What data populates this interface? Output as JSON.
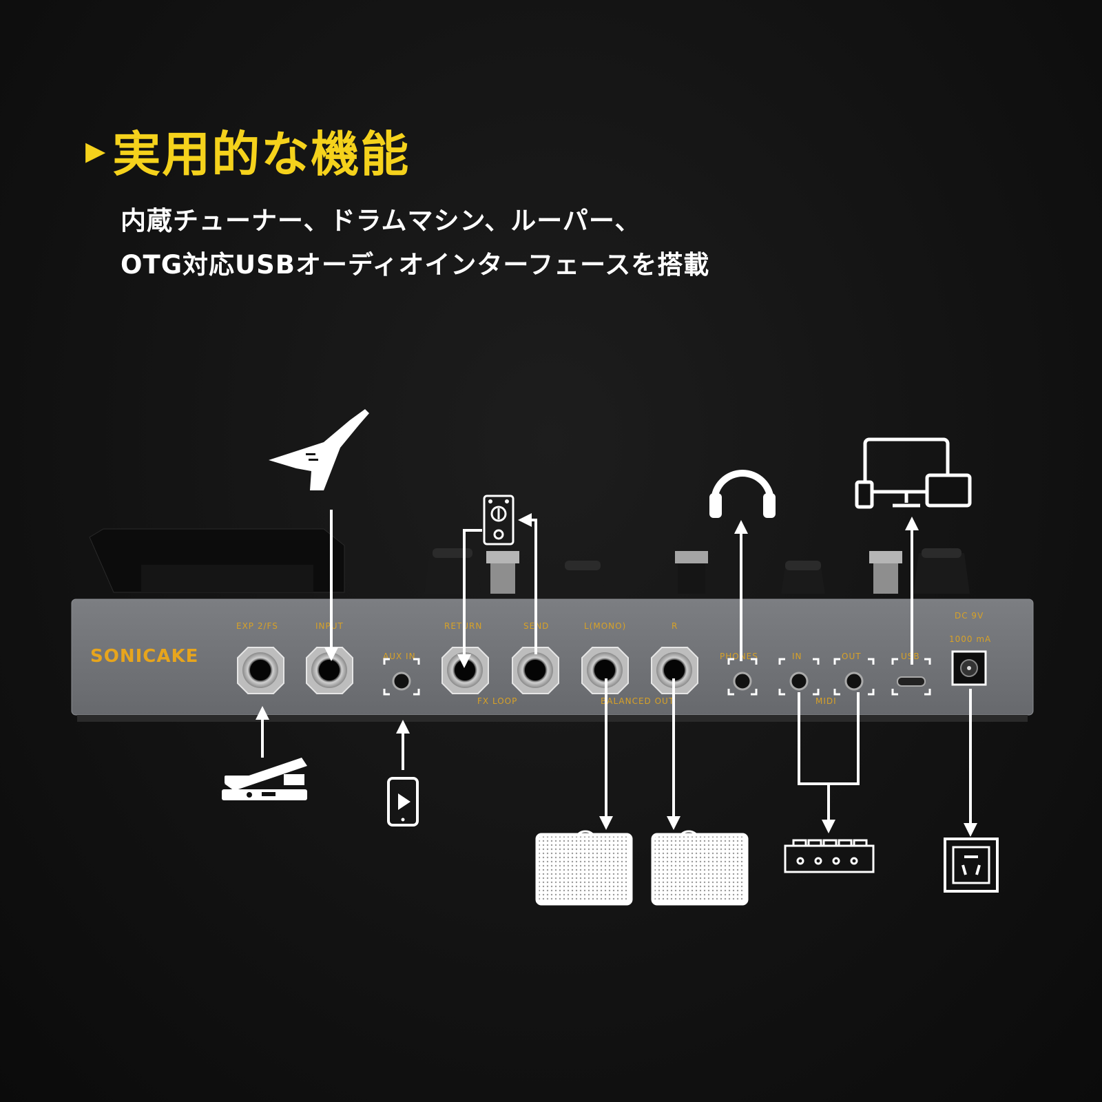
{
  "heading": {
    "marker": "▶",
    "title": "実用的な機能"
  },
  "description": {
    "line1": "内蔵チューナー、ドラムマシン、ルーパー、",
    "line2": "OTG対応USBオーディオインターフェースを搭載"
  },
  "device": {
    "brand": "SONICAKE",
    "ports": {
      "exp": "EXP 2/FS",
      "input": "INPUT",
      "aux_in": "AUX IN",
      "return": "RETURN",
      "send": "SEND",
      "fx_loop": "FX LOOP",
      "l_mono": "L(MONO)",
      "r": "R",
      "balanced_out": "BALANCED OUT",
      "phones": "PHONES",
      "midi_in": "IN",
      "midi_out": "OUT",
      "midi": "MIDI",
      "usb": "USB",
      "dc": "DC 9V",
      "current": "1000 mA"
    }
  },
  "colors": {
    "accent": "#f5d21c",
    "label": "#d8a227",
    "panel": "#74767a"
  },
  "icons": [
    "guitar-icon",
    "expression-pedal-icon",
    "phone-icon",
    "effect-pedal-icon",
    "headphones-icon",
    "computer-icon",
    "speaker-cabinet-icon",
    "midi-controller-icon",
    "power-outlet-icon"
  ]
}
